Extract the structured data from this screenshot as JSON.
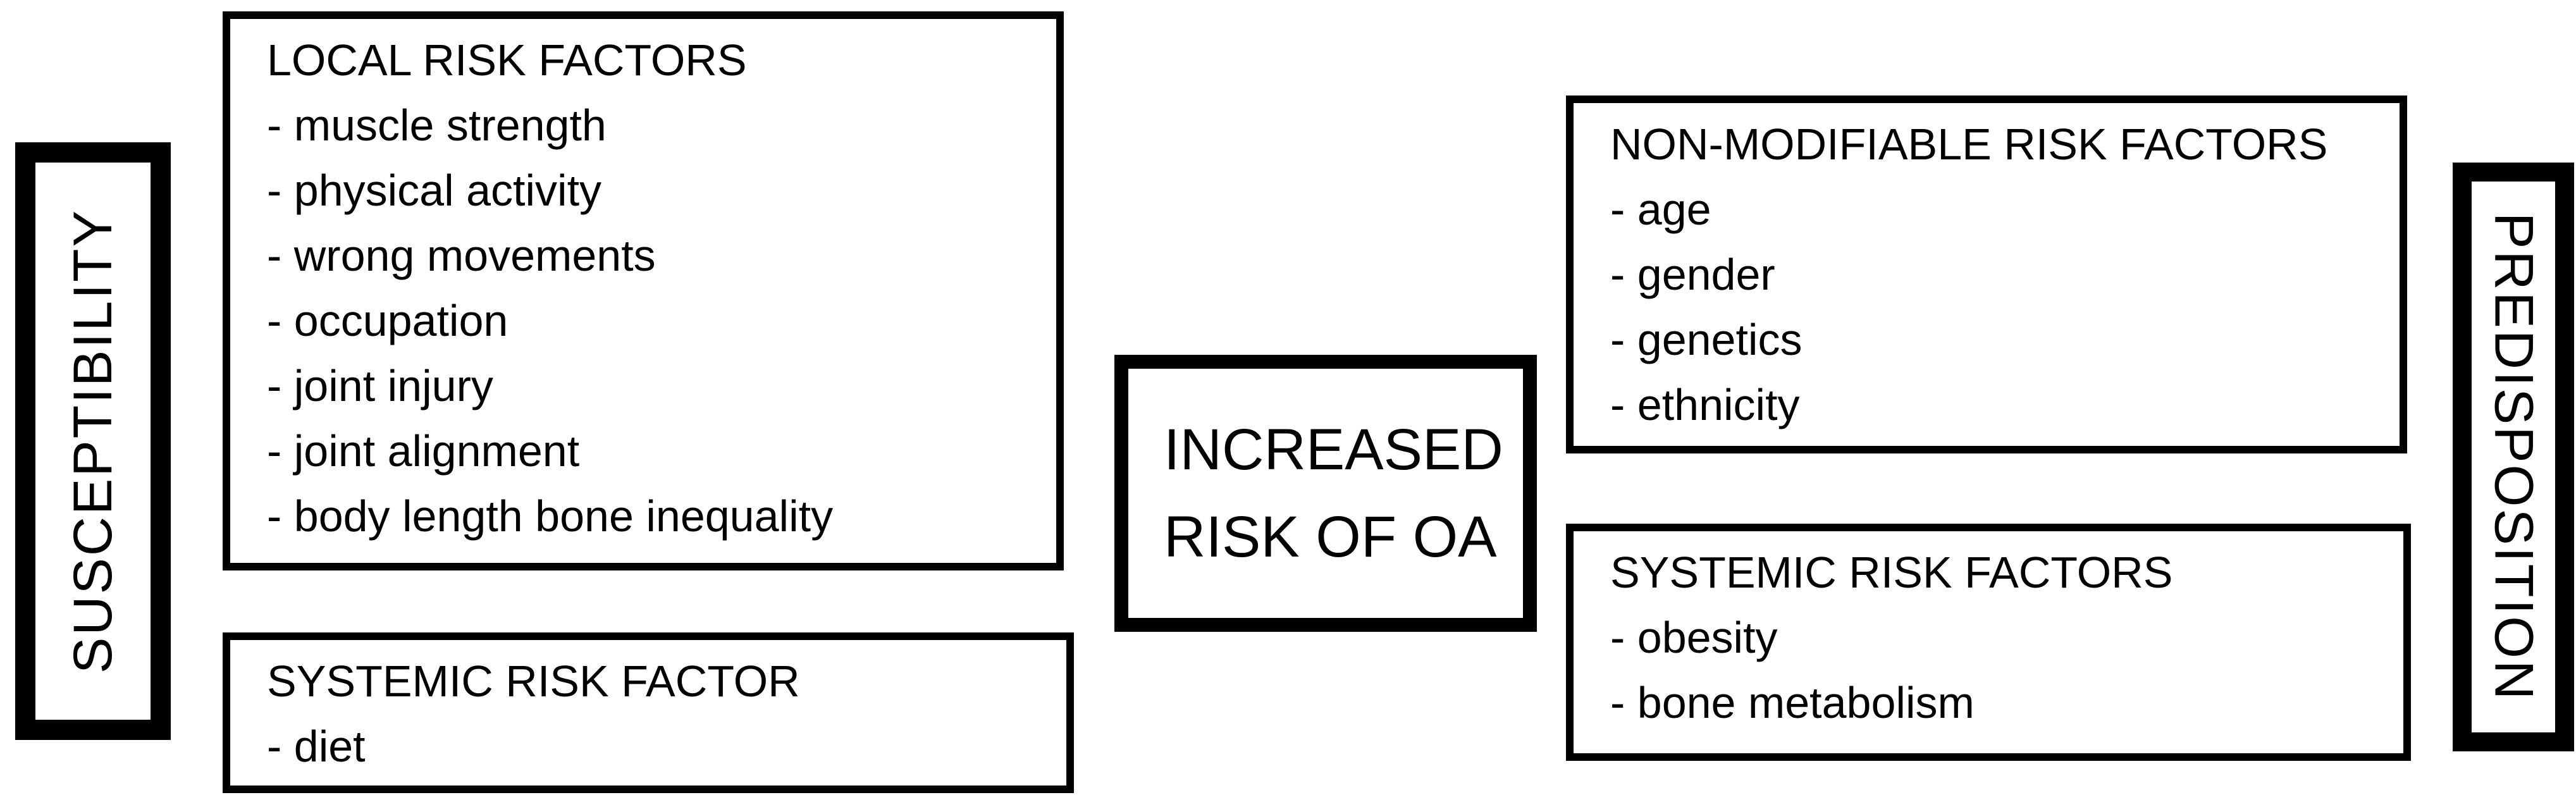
{
  "colors": {
    "border": "#000000",
    "text": "#000000",
    "background": "#ffffff"
  },
  "side_labels": {
    "left": "SUSCEPTIBILITY",
    "right": "PREDISPOSITION"
  },
  "center": {
    "lines": [
      "INCREASED",
      "RISK OF OA"
    ]
  },
  "boxes": {
    "local": {
      "title": "LOCAL RISK FACTORS",
      "items": [
        "- muscle strength",
        "- physical activity",
        "- wrong movements",
        "- occupation",
        "- joint injury",
        "- joint alignment",
        "- body length bone inequality"
      ]
    },
    "systemic_left": {
      "title": "SYSTEMIC RISK FACTOR",
      "items": [
        "- diet"
      ]
    },
    "non_modifiable": {
      "title": "NON-MODIFIABLE RISK FACTORS",
      "items": [
        "- age",
        "- gender",
        "- genetics",
        "- ethnicity"
      ]
    },
    "systemic_right": {
      "title": "SYSTEMIC RISK FACTORS",
      "items": [
        "- obesity",
        "- bone metabolism"
      ]
    }
  }
}
